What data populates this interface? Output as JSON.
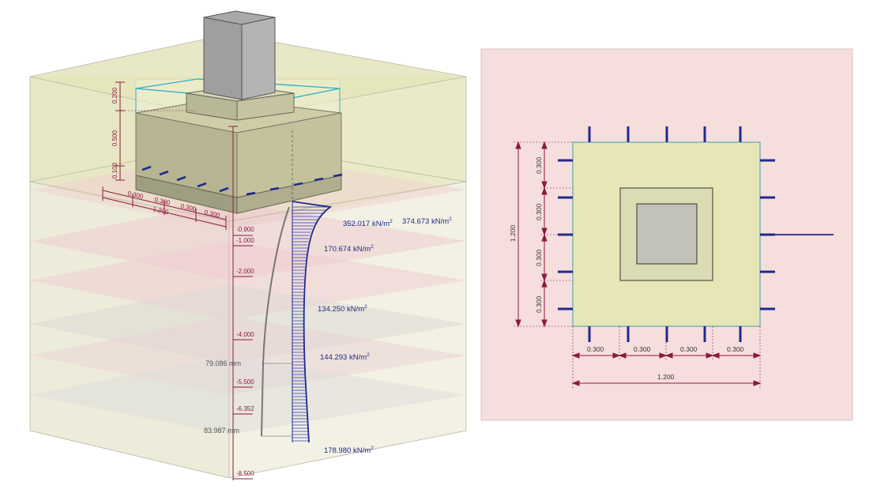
{
  "model_view": {
    "dimensions": {
      "column_height": "0.200",
      "footing_height": "0.500",
      "base_offset": "0.100",
      "pile_width": "1.200",
      "pile_spacing_1": "0.300",
      "pile_spacing_2": "0.300",
      "pile_spacing_3": "0.300",
      "pile_spacing_4": "0.300"
    },
    "depth_levels": [
      "-0.900",
      "-1.000",
      "-2.000",
      "-4.000",
      "-5.500",
      "-6.352",
      "-8.500"
    ],
    "stresses": {
      "top_left": "352.017 kN/m",
      "top_right": "374.673 kN/m",
      "s1": "170.674 kN/m",
      "s2": "134.250 kN/m",
      "s3": "144.293 kN/m",
      "bottom": "178.980 kN/m",
      "unit_exp": "2"
    },
    "settlements": {
      "upper": "79.086 mm",
      "lower": "83.987 mm"
    }
  },
  "plan_view": {
    "width_label": "1.200",
    "height_label": "1.200",
    "horizontal_segments": [
      "0.300",
      "0.300",
      "0.300",
      "0.300"
    ],
    "vertical_segments": [
      "0.300",
      "0.300",
      "0.300",
      "0.300"
    ]
  },
  "colors": {
    "soil_yellow": "#e6e6bf",
    "soil_pink": "#f2dedd",
    "footing": "#c9c8a0",
    "dimension": "#8b1a3c",
    "rebar": "#1f2a8c",
    "column": "#b8b8b8"
  }
}
